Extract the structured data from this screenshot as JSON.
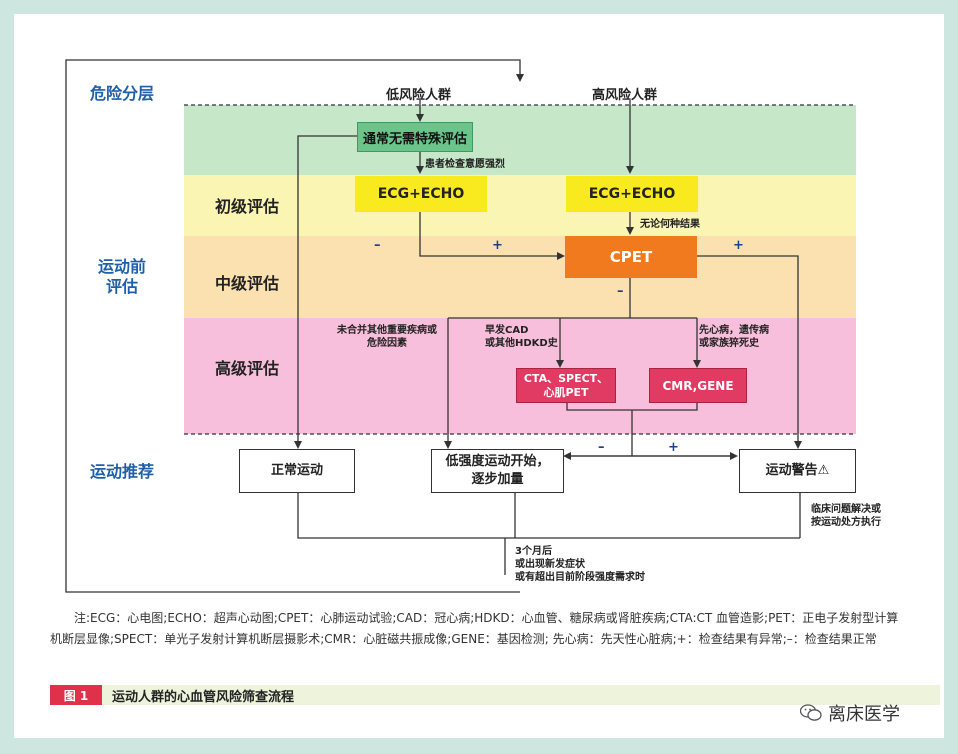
{
  "sections": {
    "risk": "危险分层",
    "pre_line1": "运动前",
    "pre_line2": "评估",
    "rec": "运动推荐"
  },
  "levels": {
    "primary": "初级评估",
    "intermediate": "中级评估",
    "advanced": "高级评估"
  },
  "groups": {
    "low": "低风险人群",
    "high": "高风险人群"
  },
  "boxes": {
    "no_eval": "通常无需特殊评估",
    "ecg_left": "ECG+ECHO",
    "ecg_right": "ECG+ECHO",
    "cpet": "CPET",
    "cta_line1": "CTA、SPECT、",
    "cta_line2": "心肌PET",
    "cmr": "CMR,GENE",
    "normal": "正常运动",
    "low_line1": "低强度运动开始，",
    "low_line2": "逐步加量",
    "warning": "运动警告⚠"
  },
  "labels": {
    "patient_wish": "患者检查意愿强烈",
    "any_result": "无论何种结果",
    "no_disease_line1": "未合并其他重要疾病或",
    "no_disease_line2": "危险因素",
    "early_cad_line1": "早发CAD",
    "early_cad_line2": "或其他HDKD史",
    "chd_line1": "先心病，遗传病",
    "chd_line2": "或家族猝死史",
    "clinical_line1": "临床问题解决或",
    "clinical_line2": "按运动处方执行",
    "reeval_line1": "3个月后",
    "reeval_line2": "或出现新发症状",
    "reeval_line3": "或有超出目前阶段强度需求时"
  },
  "signs": {
    "minus": "–",
    "plus": "+"
  },
  "note": "注:ECG：心电图;ECHO：超声心动图;CPET：心肺运动试验;CAD：冠心病;HDKD：心血管、糖尿病或肾脏疾病;CTA:CT 血管造影;PET：正电子发射型计算机断层显像;SPECT：单光子发射计算机断层摄影术;CMR：心脏磁共振成像;GENE：基因检测; 先心病：先天性心脏病;+：检查结果有异常;–：检查结果正常",
  "caption": {
    "tag": "图 1",
    "text": "运动人群的心血管风险筛查流程"
  },
  "watermark": "离床医学",
  "colors": {
    "band_green": "#c6e8c8",
    "band_yellow": "#fbf5b4",
    "band_orange": "#fbe0b0",
    "band_pink": "#f8bfdc",
    "green_box": "#6bc58b",
    "yellow_box": "#f9ea1f",
    "orange_box": "#f07a1d",
    "red_box": "#e23b63",
    "section_blue": "#1f5fa8"
  }
}
